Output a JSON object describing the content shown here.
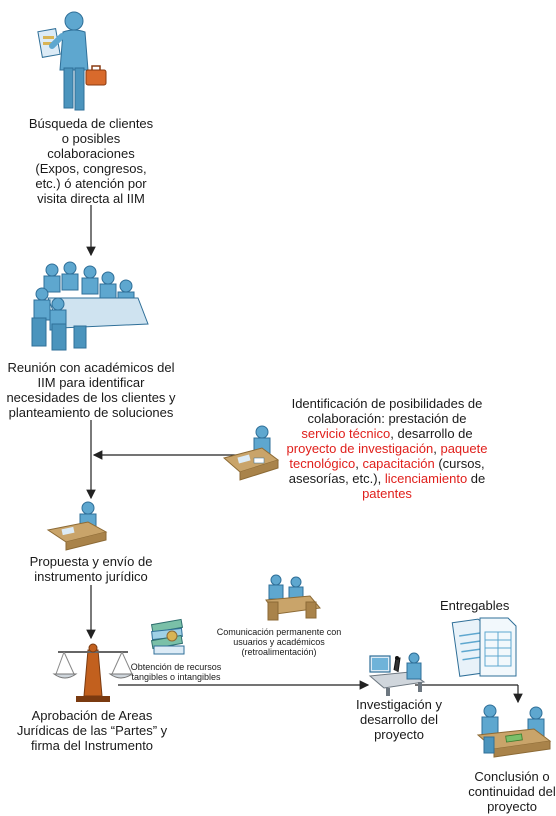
{
  "steps": {
    "client_search": {
      "label_lines": [
        "Búsqueda de clientes",
        "o posibles",
        "colaboraciones",
        "(Expos, congresos,",
        "etc.) ó atención por",
        "visita directa al IIM"
      ]
    },
    "meeting": {
      "label_lines": [
        "Reunión con académicos del",
        "IIM para identificar",
        "necesidades de los clientes y",
        "planteamiento de soluciones"
      ]
    },
    "identification": {
      "p1": "Identificación de posibilidades de",
      "p2": "colaboración: prestación de",
      "p3_red": "servicio técnico",
      "p3": ", desarrollo de",
      "p4_red": "proyecto de investigación",
      "p4": ", ",
      "p4_red2": "paquete",
      "p5_red": "tecnológico",
      "p5": ", ",
      "p5_red2": "capacitación",
      "p5b": " (cursos,",
      "p6": "asesorías, etc.), ",
      "p6_red": "licenciamiento",
      "p6b": " de",
      "p7_red": "patentes"
    },
    "proposal": {
      "label_lines": [
        "Propuesta y envío de",
        "instrumento jurídico"
      ]
    },
    "approval": {
      "label_lines": [
        "Aprobación de Areas",
        "Jurídicas de las “Partes” y",
        "firma del Instrumento"
      ]
    },
    "research": {
      "label_lines": [
        "Investigación y",
        "desarrollo del",
        "proyecto"
      ]
    },
    "conclusion": {
      "label_lines": [
        "Conclusión o",
        "continuidad del",
        "proyecto"
      ]
    }
  },
  "annotations": {
    "communication_lines": [
      "Comunicación permanente con",
      "usuarios y académicos",
      "(retroalimentación)"
    ],
    "resources_lines": [
      "Obtención de recursos",
      "tangibles o intangibles"
    ],
    "deliverables": "Entregables"
  },
  "colors": {
    "person": "#5ea7cf",
    "person_dark": "#2f6f98",
    "desk": "#c9a46a",
    "desk_dark": "#8c6a35",
    "paper": "#dcebf6",
    "scale": "#c2601e",
    "highlight": "#e0201c",
    "line": "#222222"
  }
}
